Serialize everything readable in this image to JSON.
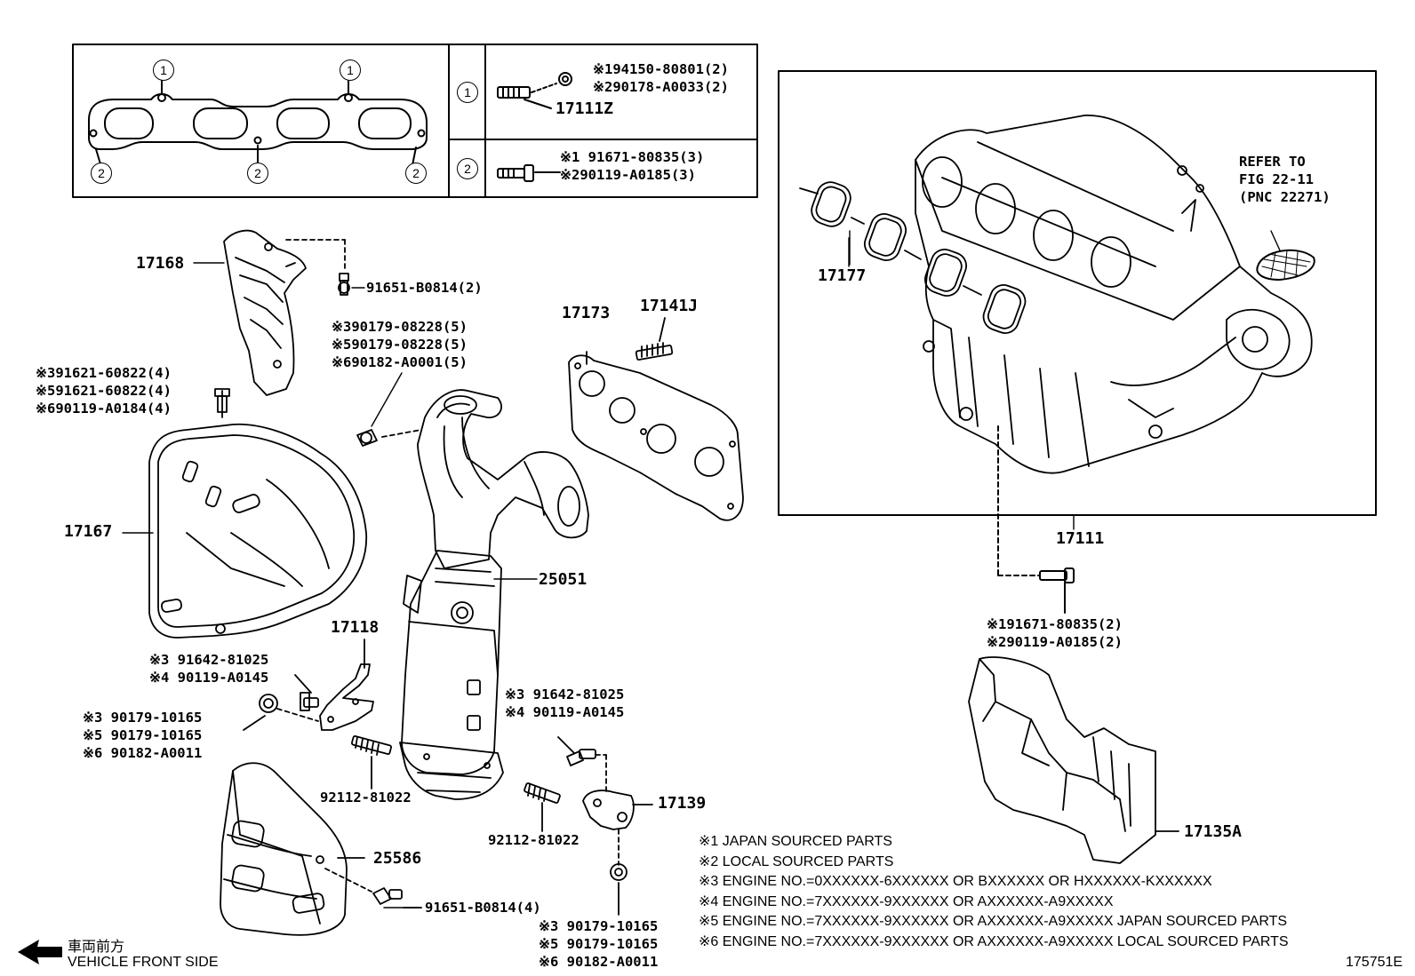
{
  "inset": {
    "row1": {
      "marker": "1",
      "callouts": [
        "※194150-80801(2)",
        "※290178-A0033(2)"
      ],
      "part": "17111Z"
    },
    "row2": {
      "marker": "2",
      "callouts": [
        "※1 91671-80835(3)",
        "※290119-A0185(3)"
      ]
    },
    "gasket_markers": [
      "1",
      "1",
      "2",
      "2",
      "2"
    ]
  },
  "parts": {
    "p17168": "17168",
    "p17168_bolt": "91651-B0814(2)",
    "stud_group": [
      "※390179-08228(5)",
      "※590179-08228(5)",
      "※690182-A0001(5)"
    ],
    "p17173": "17173",
    "p17141J": "17141J",
    "heat_bolt_group": [
      "※391621-60822(4)",
      "※591621-60822(4)",
      "※690119-A0184(4)"
    ],
    "p17167": "17167",
    "p25051": "25051",
    "p17118": "17118",
    "bracket_bolt_group": [
      "※3 91642-81025",
      "※4 90119-A0145"
    ],
    "bracket_nut_group": [
      "※3 90179-10165",
      "※5 90179-10165",
      "※6 90182-A0011"
    ],
    "stud_left": "92112-81022",
    "right_bracket_bolt_group": [
      "※3 91642-81025",
      "※4 90119-A0145"
    ],
    "p17139": "17139",
    "stud_right": "92112-81022",
    "p25586": "25586",
    "p25586_bolt": "91651-B0814(4)",
    "bottom_nut_group": [
      "※3 90179-10165",
      "※5 90179-10165",
      "※6 90182-A0011"
    ],
    "p17111": "17111",
    "p17177": "17177",
    "refer": [
      "REFER TO",
      "FIG 22-11",
      "(PNC 22271)"
    ],
    "intake_bolt_group": [
      "※191671-80835(2)",
      "※290119-A0185(2)"
    ],
    "p17135A": "17135A"
  },
  "notes": [
    "※1 JAPAN SOURCED PARTS",
    "※2 LOCAL SOURCED PARTS",
    "※3 ENGINE NO.=0XXXXXX-6XXXXXX OR BXXXXXX OR HXXXXXX-KXXXXXX",
    "※4 ENGINE NO.=7XXXXXX-9XXXXXX OR AXXXXXX-A9XXXXX",
    "※5 ENGINE NO.=7XXXXXX-9XXXXXX OR AXXXXXX-A9XXXXX JAPAN SOURCED PARTS",
    "※6 ENGINE NO.=7XXXXXX-9XXXXXX OR AXXXXXX-A9XXXXX LOCAL SOURCED PARTS"
  ],
  "direction": {
    "jp": "車両前方",
    "en": "VEHICLE FRONT SIDE"
  },
  "figure_id": "175751E"
}
